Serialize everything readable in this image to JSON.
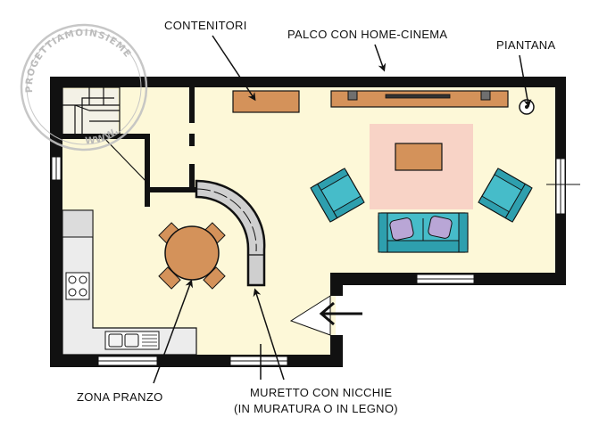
{
  "labels": {
    "contenitori": "CONTENITORI",
    "palco": "PALCO CON HOME-CINEMA",
    "piantana": "PIANTANA",
    "zona_pranzo": "ZONA PRANZO",
    "muretto_line1": "MURETTO CON NICCHIE",
    "muretto_line2": "(IN MURATURA O IN LEGNO)"
  },
  "watermark": {
    "top": "PROGETTIAMOINSIEME",
    "bottom": "WWW."
  },
  "colors": {
    "floor": "#fdf8d8",
    "wall": "#111111",
    "wood": "#d4925a",
    "armchair": "#46bcc9",
    "cushion": "#b9a6d6",
    "rug": "#f8d3c6",
    "counter": "#ececec",
    "low_wall": "#cfcfcf"
  },
  "icons": {
    "entrance": "arrow-left-icon",
    "label_pointer": "arrow-down-icon"
  }
}
